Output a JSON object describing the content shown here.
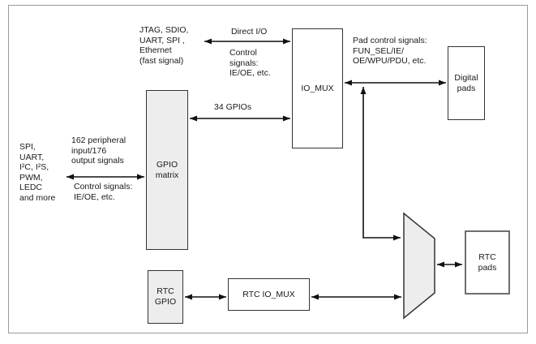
{
  "diagram": {
    "blocks": {
      "gpio_matrix": "GPIO\nmatrix",
      "io_mux": "IO_MUX",
      "digital_pads": "Digital\npads",
      "rtc_gpio": "RTC\nGPIO",
      "rtc_io_mux": "RTC IO_MUX",
      "rtc_pads": "RTC\npads"
    },
    "labels": {
      "fast_signals": "JTAG, SDIO,\nUART, SPI ,\nEthernet\n(fast signal)",
      "direct_io": "Direct I/O",
      "control_signals_top": "Control\nsignals:\nIE/OE, etc.",
      "gpios_34": "34 GPIOs",
      "pad_control": "Pad control signals:\nFUN_SEL/IE/\nOE/WPU/PDU, etc.",
      "peripherals": "SPI,\nUART,\nI²C, I²S,\nPWM,\nLEDC\nand more",
      "peripheral_count": "162 peripheral\ninput/176\noutput signals",
      "control_signals_left": "Control signals:\nIE/OE, etc."
    },
    "colors": {
      "block_fill_gray": "#ededed",
      "block_fill_white": "#ffffff",
      "line": "#111111",
      "frame_border": "#9a9a9a"
    }
  }
}
